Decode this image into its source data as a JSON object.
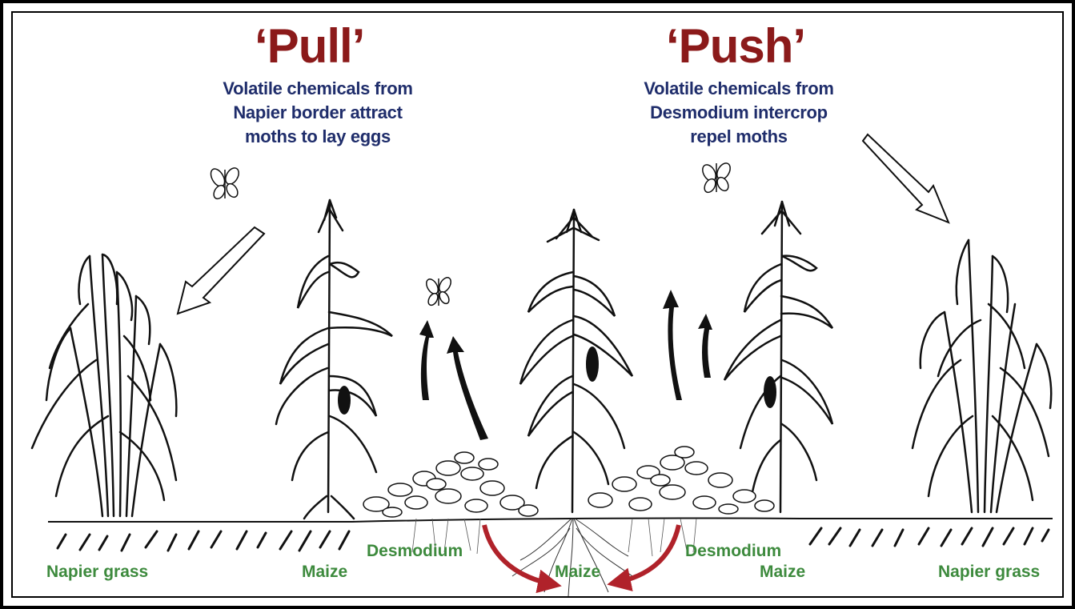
{
  "pull": {
    "title": "‘Pull’",
    "description_lines": [
      "Volatile chemicals from",
      "Napier border attract",
      "moths to lay eggs"
    ]
  },
  "push": {
    "title": "‘Push’",
    "description_lines": [
      "Volatile chemicals from",
      "Desmodium intercrop",
      "repel moths"
    ]
  },
  "labels": {
    "napier_left": "Napier grass",
    "maize_left": "Maize",
    "desmodium_left": "Desmodium",
    "maize_center": "Maize",
    "desmodium_right": "Desmodium",
    "maize_right": "Maize",
    "napier_right": "Napier grass"
  },
  "colors": {
    "title": "#8b1a1a",
    "description": "#1f2d6b",
    "plant_label": "#3d8a3d",
    "root_arrow": "#b0222a",
    "line": "#111111"
  }
}
